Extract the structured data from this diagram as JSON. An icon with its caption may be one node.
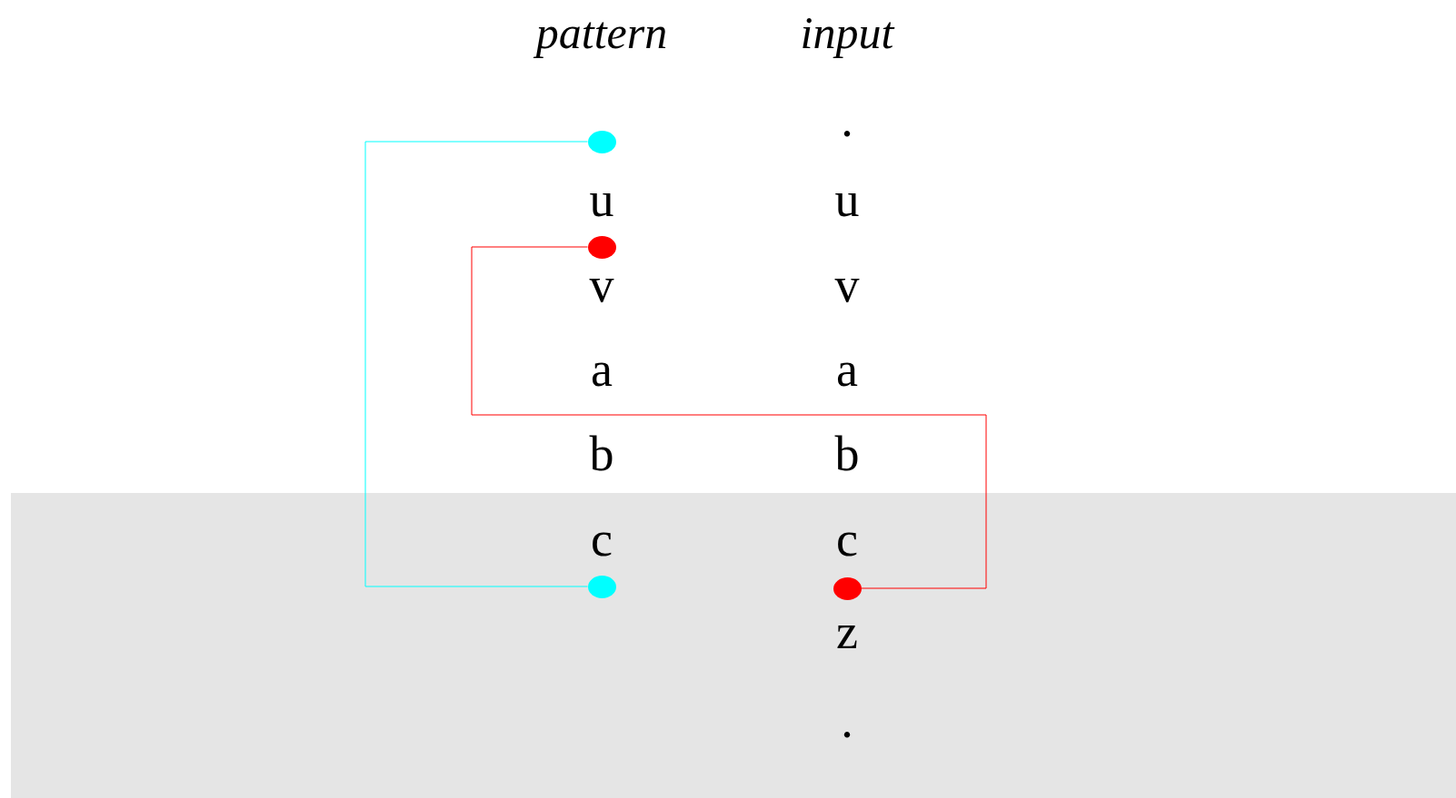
{
  "diagram": {
    "nodes": [
      {
        "text": [],
        "shape": "circle"
      },
      {
        "text": [],
        "shape": "circle"
      },
      {
        "text": [],
        "shape": "circle"
      },
      {
        "text": [],
        "shape": "circle"
      }
    ],
    "edges": [
      {
        "from": 0,
        "to": 2,
        "arrow": "none",
        "color": "#00ffff"
      },
      {
        "from": 1,
        "to": 3,
        "arrow": "none",
        "color": "#ff0000"
      }
    ],
    "labels": [
      "pattern",
      "input",
      ".",
      "u",
      "u",
      "v",
      "v",
      "a",
      "a",
      "b",
      "b",
      "c",
      "c",
      "z",
      "."
    ]
  }
}
